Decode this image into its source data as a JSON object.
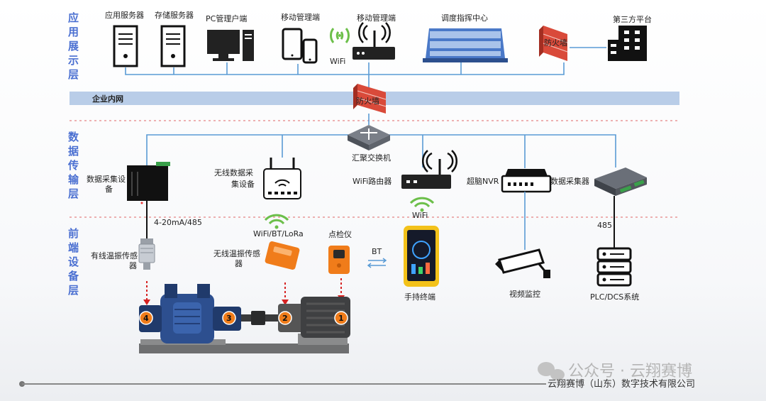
{
  "layers": {
    "app": [
      "应",
      "用",
      "展",
      "示",
      "层"
    ],
    "transport": [
      "数",
      "据",
      "传",
      "输",
      "层"
    ],
    "edge": [
      "前",
      "端",
      "设",
      "备",
      "层"
    ]
  },
  "intranet_label": "企业内网",
  "app_layer": {
    "app_server": "应用服务器",
    "storage_server": "存储服务器",
    "pc_client": "PC管理户端",
    "mobile_client": "移动管理端",
    "wifi": "WiFi",
    "mobile_ap": "移动管理端",
    "dispatch_center": "调度指挥中心",
    "firewall_top": "防火墙",
    "third_party": "第三方平台"
  },
  "transport_layer": {
    "firewall_mid": "防火墙",
    "switch": "汇聚交换机",
    "daq_left": [
      "数据采集设",
      "备"
    ],
    "wireless_daq": [
      "无线数据采",
      "集设备"
    ],
    "wifi_router": "WiFi路由器",
    "wifi_below": "WiFi",
    "nvr": "超脑NVR",
    "daq_right": "数据采集器"
  },
  "edge_layer": {
    "bus_4_20": "4-20mA/485",
    "bus_485": "485",
    "wireless_proto": "WiFi/BT/LoRa",
    "spot_checker": "点检仪",
    "bt": "BT",
    "wired_sensor": [
      "有线温振传感",
      "器"
    ],
    "wireless_sensor": [
      "无线温振传感",
      "器"
    ],
    "handheld": "手持终端",
    "video": "视频监控",
    "plc": "PLC/DCS系统",
    "points": [
      "4",
      "3",
      "2",
      "1"
    ]
  },
  "watermark": "公众号 · 云翔赛博",
  "company": "云翔赛博（山东）数字技术有限公司",
  "colors": {
    "layer_text": "#4a6fd1",
    "intranet_bar": "#b9cde8",
    "connector": "#5a9bd5",
    "dashed": "#e06666",
    "orange": "#f07c1a"
  }
}
